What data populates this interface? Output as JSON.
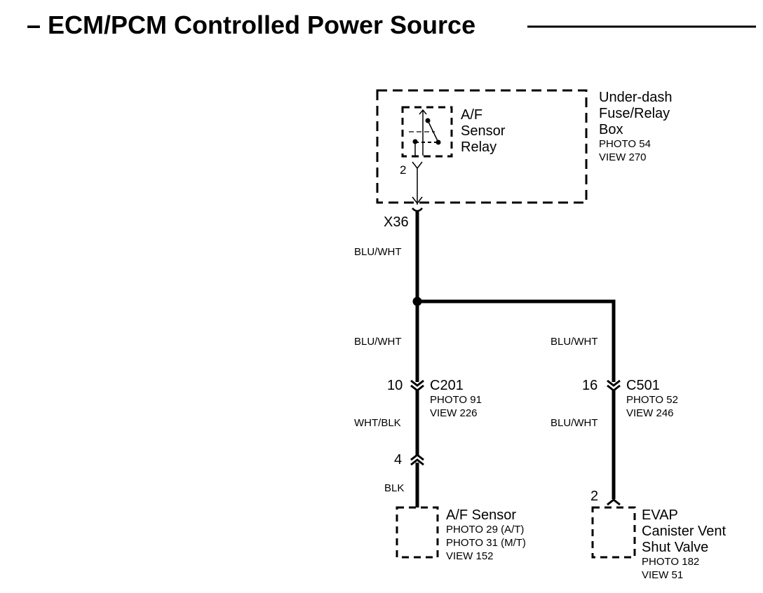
{
  "title": "– ECM/PCM Controlled Power Source",
  "fuse_box": {
    "name_lines": [
      "Under-dash",
      "Fuse/Relay",
      "Box"
    ],
    "photo": "PHOTO 54",
    "view": "VIEW 270"
  },
  "relay": {
    "name_lines": [
      "A/F",
      "Sensor",
      "Relay"
    ],
    "pin": "2"
  },
  "connector_x36": "X36",
  "wires": {
    "top": "BLU/WHT",
    "left_mid": "BLU/WHT",
    "right_mid": "BLU/WHT",
    "left_c201_below": "WHT/BLK",
    "right_c501_below": "BLU/WHT",
    "left_bottom": "BLK"
  },
  "c201": {
    "name": "C201",
    "pin": "10",
    "photo": "PHOTO 91",
    "view": "VIEW 226"
  },
  "c501": {
    "name": "C501",
    "pin": "16",
    "photo": "PHOTO 52",
    "view": "VIEW 246"
  },
  "af_sensor": {
    "pin": "4",
    "name": "A/F Sensor",
    "photo_at": "PHOTO 29 (A/T)",
    "photo_mt": "PHOTO 31 (M/T)",
    "view": "VIEW 152"
  },
  "evap": {
    "pin": "2",
    "name_lines": [
      "EVAP",
      "Canister Vent",
      "Shut Valve"
    ],
    "photo": "PHOTO 182",
    "view": "VIEW 51"
  }
}
